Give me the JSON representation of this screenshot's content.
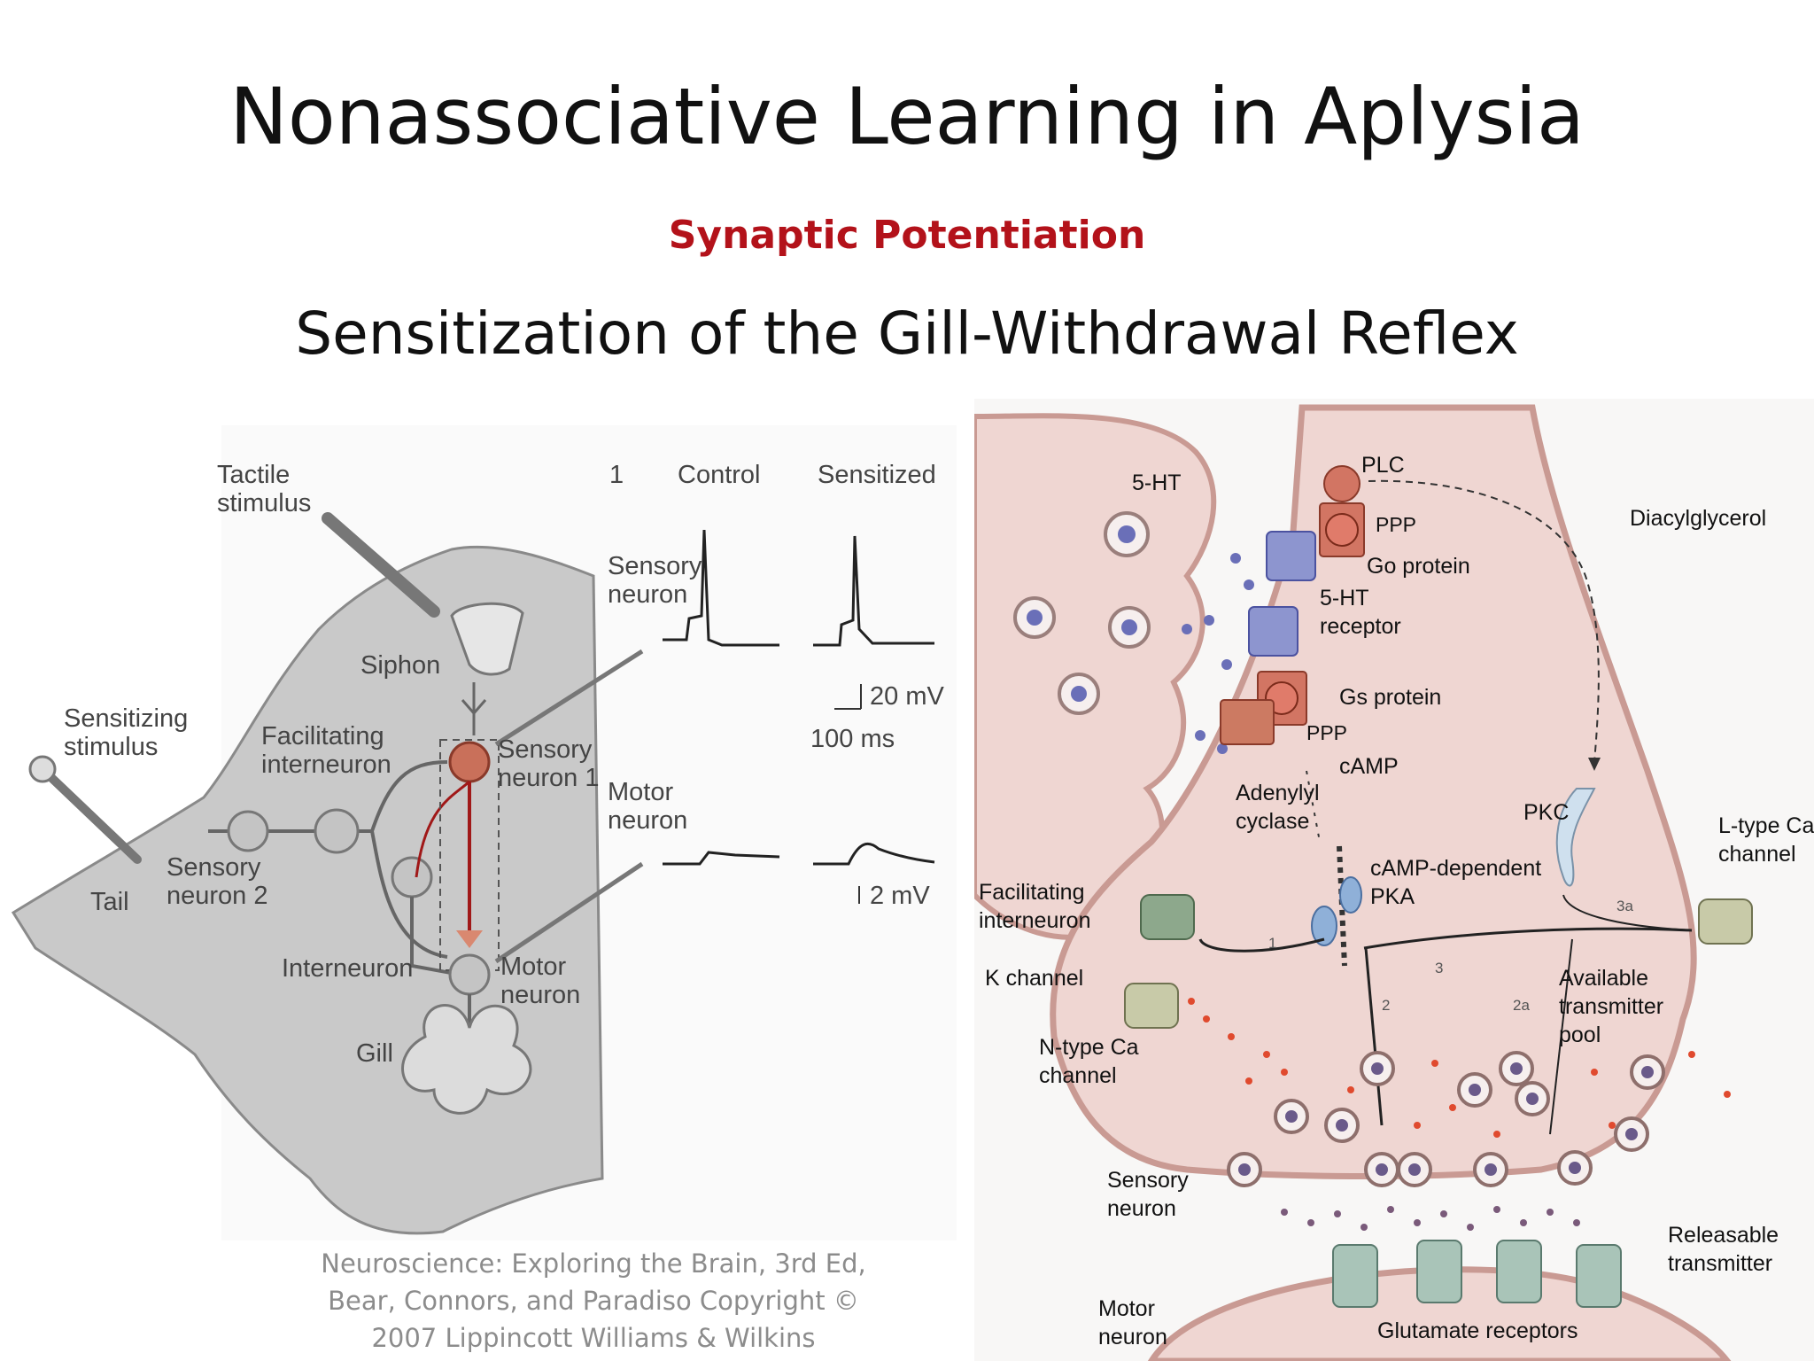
{
  "title": "Nonassociative Learning in Aplysia",
  "subtitle": "Synaptic Potentiation",
  "heading": "Sensitization of the Gill-Withdrawal Reflex",
  "caption": {
    "line1": "Neuroscience: Exploring the Brain, 3rd Ed,",
    "line2": "Bear, Connors, and Paradiso Copyright ©",
    "line3": "2007 Lippincott Williams & Wilkins"
  },
  "left_figure": {
    "tactile_stimulus_1": "Tactile",
    "tactile_stimulus_2": "stimulus",
    "siphon": "Siphon",
    "sensitizing_stimulus_1": "Sensitizing",
    "sensitizing_stimulus_2": "stimulus",
    "facilitating_interneuron_1": "Facilitating",
    "facilitating_interneuron_2": "interneuron",
    "sensory_neuron_1a": "Sensory",
    "sensory_neuron_1b": "neuron 1",
    "sensory_neuron_2a": "Sensory",
    "sensory_neuron_2b": "neuron 2",
    "tail": "Tail",
    "interneuron": "Interneuron",
    "motor_neuron_a": "Motor",
    "motor_neuron_b": "neuron",
    "gill": "Gill"
  },
  "recordings": {
    "panel_number": "1",
    "control": "Control",
    "sensitized": "Sensitized",
    "sensory_neuron_a": "Sensory",
    "sensory_neuron_b": "neuron",
    "motor_neuron_a": "Motor",
    "motor_neuron_b": "neuron",
    "scale_20mv": "20 mV",
    "scale_100ms": "100 ms",
    "scale_2mv": "2 mV"
  },
  "right_figure": {
    "five_ht": "5-HT",
    "plc": "PLC",
    "ppp_top": "PPP",
    "go_protein": "Go protein",
    "receptor_a": "5-HT",
    "receptor_b": "receptor",
    "diacylglycerol": "Diacylglycerol",
    "gs_protein": "Gs protein",
    "ppp_bottom": "PPP",
    "camp": "cAMP",
    "adenylyl_cyclase_a": "Adenylyl",
    "adenylyl_cyclase_b": "cyclase",
    "pkc": "PKC",
    "l_type_a": "L-type Ca",
    "l_type_b": "channel",
    "pka_a": "cAMP-dependent",
    "pka_b": "PKA",
    "facilitating_interneuron_a": "Facilitating",
    "facilitating_interneuron_b": "interneuron",
    "k_channel": "K channel",
    "path_1": "1",
    "path_2": "2",
    "path_2a": "2a",
    "path_3": "3",
    "path_3a": "3a",
    "available_a": "Available",
    "available_b": "transmitter",
    "available_c": "pool",
    "n_type_a": "N-type Ca",
    "n_type_b": "channel",
    "sensory_neuron_a": "Sensory",
    "sensory_neuron_b": "neuron",
    "releasable_a": "Releasable",
    "releasable_b": "transmitter",
    "motor_neuron_a": "Motor",
    "motor_neuron_b": "neuron",
    "glutamate_receptors": "Glutamate receptors"
  }
}
